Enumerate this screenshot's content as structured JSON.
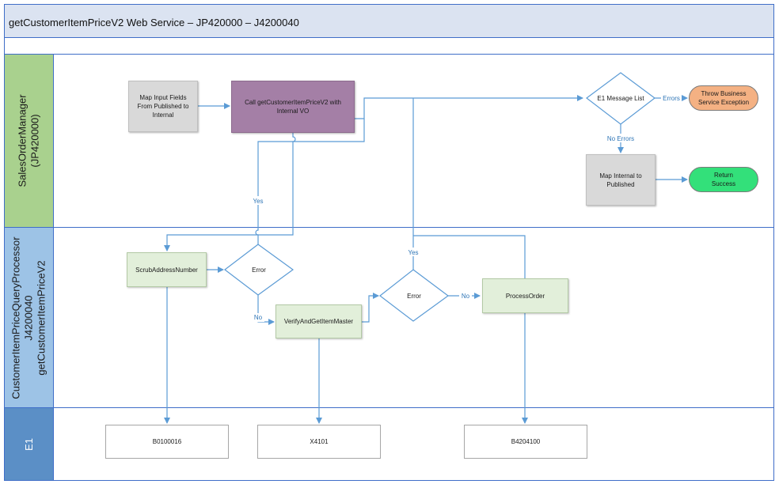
{
  "title": "getCustomerItemPriceV2 Web Service – JP420000 – J4200040",
  "lanes": {
    "sales": [
      "SalesOrderManager",
      "(JP420000)"
    ],
    "processor": [
      "CustomerItemPriceQueryProcessor",
      "J4200040",
      "getCustomerItemPriceV2"
    ],
    "e1": "E1"
  },
  "nodes": {
    "map_input": [
      "Map Input Fields",
      "From Published to",
      "Internal"
    ],
    "call_api": [
      "Call getCustomerItemPriceV2 with",
      "Internal VO"
    ],
    "e1_message_list": "E1 Message List",
    "throw_exception": [
      "Throw Business",
      "Service Exception"
    ],
    "map_internal": [
      "Map Internal to",
      "Published"
    ],
    "return_success": [
      "Return",
      "Success"
    ],
    "scrub_address": "ScrubAddressNumber",
    "error1": "Error",
    "verify_item": "VerifyAndGetItemMaster",
    "error2": "Error",
    "process_order": "ProcessOrder",
    "b0100016": "B0100016",
    "x4101": "X4101",
    "b4204100": "B4204100"
  },
  "edge_labels": {
    "errors": "Errors",
    "no_errors": "No Errors",
    "yes_left": "Yes",
    "no_verify": "No",
    "no_process": "No",
    "yes_right": "Yes"
  },
  "colors": {
    "lane_border": "#3f6ec8",
    "title_bg": "#dbe3f1",
    "sales_header": "#a9d18e",
    "processor_header": "#9dc3e6",
    "e1_header": "#5b8fc6",
    "connector": "#5b9bd5",
    "throw_exception": "#f4b183",
    "return_success": "#33e07a"
  }
}
